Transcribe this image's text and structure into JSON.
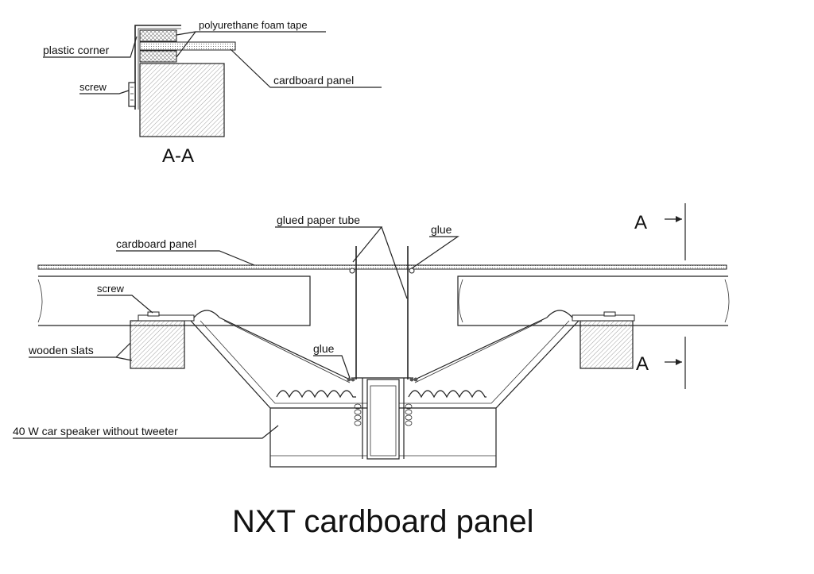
{
  "section": {
    "title": "A-A",
    "labels": {
      "plastic_corner": "plastic corner",
      "foam_tape": "polyurethane foam tape",
      "cardboard_panel": "cardboard panel",
      "screw": "screw"
    }
  },
  "main": {
    "labels": {
      "glued_paper_tube": "glued paper tube",
      "glue_top": "glue",
      "cardboard_panel": "cardboard panel",
      "screw": "screw",
      "glue_bottom": "glue",
      "wooden_slats": "wooden slats",
      "speaker": "40 W car speaker without tweeter",
      "section_mark_top": "A",
      "section_mark_bottom": "A"
    }
  },
  "title": "NXT cardboard panel"
}
